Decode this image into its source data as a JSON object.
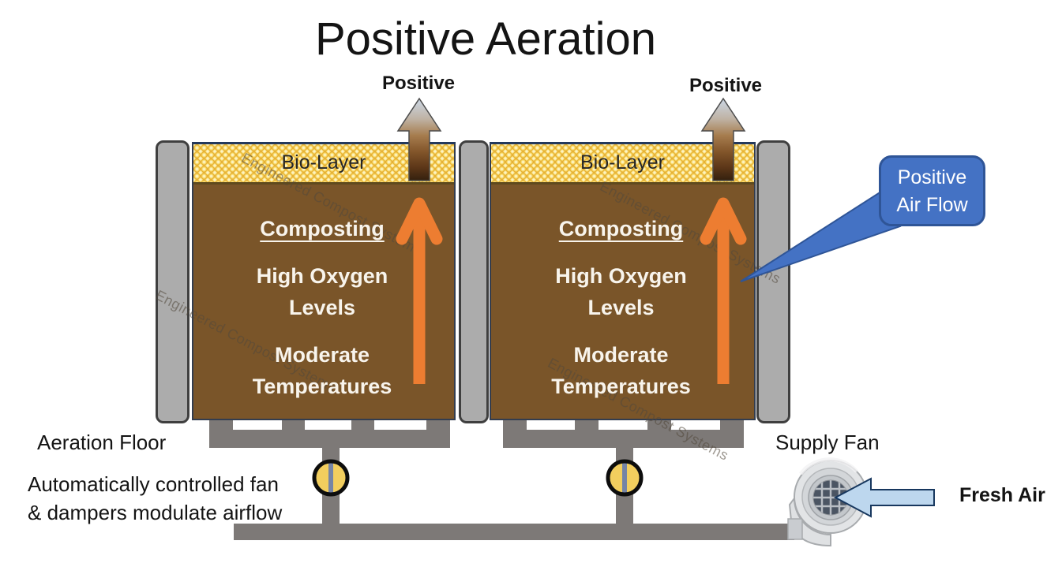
{
  "title": "Positive Aeration",
  "watermark": "Engineered Compost Systems",
  "exhaust_labels": {
    "left": "Positive",
    "right": "Positive"
  },
  "bins": {
    "bio_layer": "Bio-Layer",
    "line_composting": "Composting",
    "line_oxygen_1": "High Oxygen",
    "line_oxygen_2": "Levels",
    "line_temp_1": "Moderate",
    "line_temp_2": "Temperatures"
  },
  "callout": {
    "line1": "Positive",
    "line2": "Air Flow"
  },
  "labels": {
    "aeration_floor": "Aeration Floor",
    "fan_note_line1": "Automatically controlled fan",
    "fan_note_line2": "& dampers modulate airflow",
    "supply_fan": "Supply Fan",
    "fresh_air": "Fresh Air"
  },
  "colors": {
    "compost_brown": "#7a5529",
    "bio_layer_yellow": "#f2cf57",
    "pipe_gray": "#7d7977",
    "wall_gray": "#acacac",
    "airflow_orange": "#ed7d31",
    "callout_blue": "#4472c4",
    "callout_border_blue": "#2f5597",
    "fresh_air_blue": "#bdd7ee",
    "damper_yellow": "#f2ce5e",
    "damper_blade_blue": "#7584a6"
  }
}
